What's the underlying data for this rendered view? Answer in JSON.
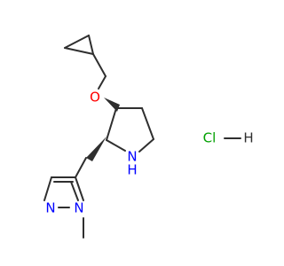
{
  "structure": {
    "atoms": {
      "oxygen": "O",
      "pyrrolidine_nitrogen": "N",
      "pyrrolidine_hydrogen": "H",
      "pyrazole_nitrogen_1": "N",
      "pyrazole_nitrogen_2": "N",
      "chloride": "Cl",
      "salt_hydrogen": "H"
    },
    "colors": {
      "bond": "#2f2f2f",
      "oxygen": "#ff0000",
      "nitrogen": "#0000ff",
      "chlorine": "#00a000"
    }
  }
}
